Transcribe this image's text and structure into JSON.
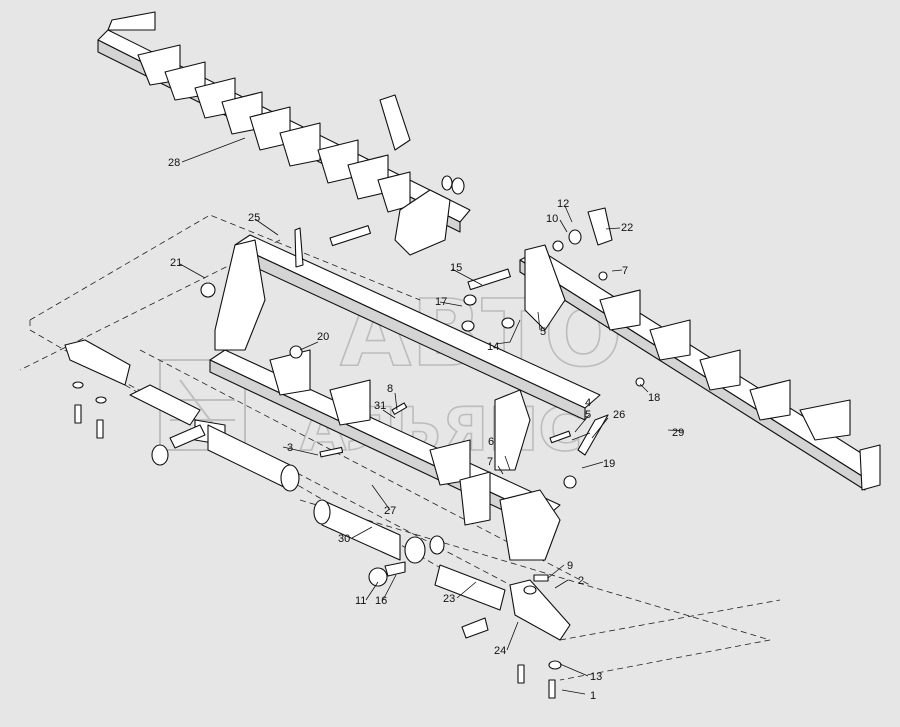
{
  "watermark": {
    "line1": "АВТО",
    "line2": "АЛЬЯНС"
  },
  "callouts": [
    {
      "id": "1",
      "text": "1"
    },
    {
      "id": "2",
      "text": "2"
    },
    {
      "id": "3",
      "text": "3"
    },
    {
      "id": "4",
      "text": "4"
    },
    {
      "id": "5a",
      "text": "5"
    },
    {
      "id": "5b",
      "text": "5"
    },
    {
      "id": "6",
      "text": "6"
    },
    {
      "id": "7a",
      "text": "7"
    },
    {
      "id": "7b",
      "text": "7"
    },
    {
      "id": "8",
      "text": "8"
    },
    {
      "id": "9",
      "text": "9"
    },
    {
      "id": "10",
      "text": "10"
    },
    {
      "id": "11",
      "text": "11"
    },
    {
      "id": "12",
      "text": "12"
    },
    {
      "id": "13",
      "text": "13"
    },
    {
      "id": "14",
      "text": "14"
    },
    {
      "id": "15",
      "text": "15"
    },
    {
      "id": "16",
      "text": "16"
    },
    {
      "id": "17",
      "text": "17"
    },
    {
      "id": "18",
      "text": "18"
    },
    {
      "id": "19",
      "text": "19"
    },
    {
      "id": "20",
      "text": "20"
    },
    {
      "id": "21",
      "text": "21"
    },
    {
      "id": "22",
      "text": "22"
    },
    {
      "id": "23",
      "text": "23"
    },
    {
      "id": "24",
      "text": "24"
    },
    {
      "id": "25",
      "text": "25"
    },
    {
      "id": "26",
      "text": "26"
    },
    {
      "id": "27",
      "text": "27"
    },
    {
      "id": "28",
      "text": "28"
    },
    {
      "id": "29",
      "text": "29"
    },
    {
      "id": "30",
      "text": "30"
    },
    {
      "id": "31",
      "text": "31"
    }
  ]
}
